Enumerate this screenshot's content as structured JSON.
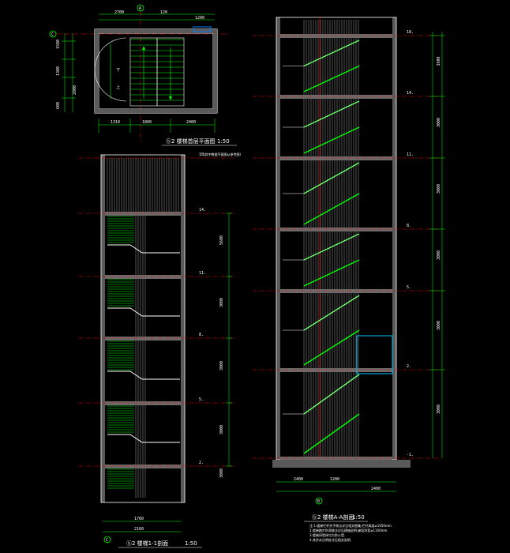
{
  "plan": {
    "caption": "ⓑ2 楼梯首层平面图",
    "scale": "1:50",
    "note": "(其中数据平面图从参考图)",
    "axis_top": "A",
    "axis_left": "C",
    "dims_top": [
      "2700",
      "120",
      "1200"
    ],
    "dims_bottom": [
      "1310",
      "1800",
      "2400"
    ],
    "dims_left": [
      "1500",
      "1300",
      "2800",
      "600"
    ],
    "room_labels": [
      "下",
      "上"
    ]
  },
  "section_left": {
    "caption": "ⓑ2 楼梯1-1剖面",
    "scale": "1:50",
    "axis_bottom": "C",
    "level_labels": [
      "18.",
      "14.",
      "11.",
      "8.",
      "5.",
      "2."
    ],
    "dims_right": [
      "5600",
      "3000",
      "3000",
      "3000",
      "3000"
    ],
    "dims_bottom": [
      "1760",
      "2160"
    ]
  },
  "section_right": {
    "caption": "ⓑ2 楼梯A-A剖面",
    "scale": "1:50",
    "axis_bottom": "B",
    "level_labels": [
      "18.",
      "14.",
      "11.",
      "8.",
      "5.",
      "2.",
      "-1."
    ],
    "dims_right": [
      "3600",
      "3000",
      "3000",
      "3000",
      "3000",
      "3000"
    ],
    "dims_bottom": [
      "2400",
      "1200",
      "2400"
    ],
    "notes": [
      "注:1.楼梯栏杆扶手做法详见相关图集,栏杆高度≥1050mm.",
      "2.楼梯踏步防滑做法详见建施说明,梯段净宽≥1100mm.",
      "3.楼梯间墙体均为防火墙.",
      "4.其余未注明处详见相关说明."
    ]
  },
  "colors": {
    "background": "#000000",
    "lines": "#ffffff",
    "dims": "#00ff00",
    "axes": "#ff0000",
    "text": "#ffff00",
    "hatch": "#8a8a8a"
  }
}
